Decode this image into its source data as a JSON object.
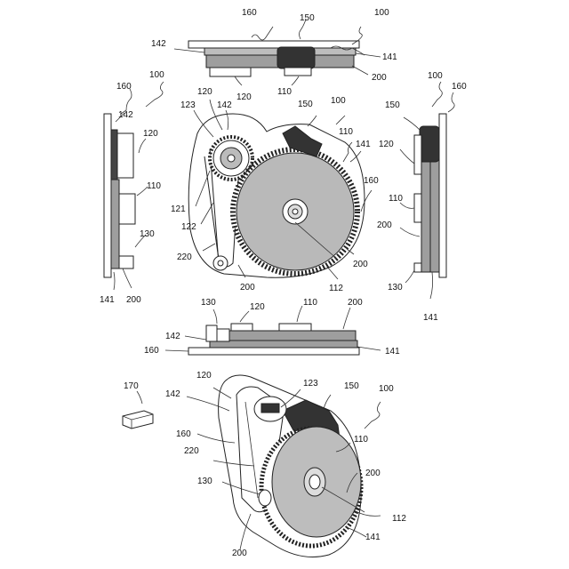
{
  "figure": {
    "top_view": {
      "labels": [
        "160",
        "100",
        "150",
        "142",
        "141",
        "120",
        "110",
        "200"
      ]
    },
    "left_view": {
      "labels": [
        "160",
        "100",
        "142",
        "120",
        "110",
        "130",
        "141",
        "200"
      ]
    },
    "front_view": {
      "labels": [
        "120",
        "142",
        "150",
        "100",
        "123",
        "110",
        "141",
        "160",
        "121",
        "122",
        "220",
        "200",
        "112",
        "200"
      ]
    },
    "right_view": {
      "labels": [
        "100",
        "160",
        "150",
        "120",
        "110",
        "200",
        "130",
        "141"
      ]
    },
    "bottom_view": {
      "labels": [
        "130",
        "120",
        "110",
        "200",
        "142",
        "160",
        "141"
      ]
    },
    "perspective_view": {
      "labels": [
        "170",
        "120",
        "142",
        "123",
        "150",
        "100",
        "160",
        "110",
        "220",
        "200",
        "130",
        "112",
        "141",
        "200"
      ]
    }
  }
}
